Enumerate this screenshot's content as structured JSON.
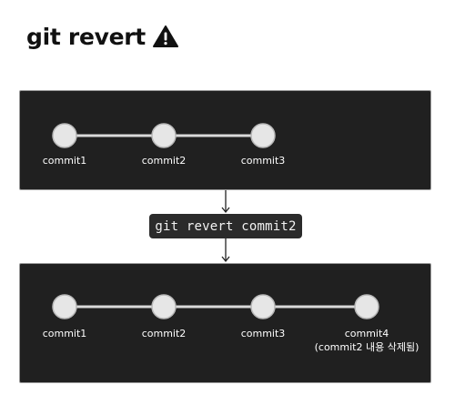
{
  "title": {
    "text": "git revert",
    "icon": "warning-icon"
  },
  "before": {
    "commits": [
      {
        "label": "commit1"
      },
      {
        "label": "commit2"
      },
      {
        "label": "commit3"
      }
    ]
  },
  "command": {
    "text": "git revert commit2"
  },
  "after": {
    "commits": [
      {
        "label": "commit1"
      },
      {
        "label": "commit2"
      },
      {
        "label": "commit3"
      },
      {
        "label": "commit4",
        "note": "(commit2 내용 삭제됨)"
      }
    ]
  },
  "colors": {
    "panel_bg": "#202020",
    "node_fill": "#e6e6e6",
    "node_stroke": "#b8b8b8",
    "edge": "#d9d9d9",
    "command_bg": "#2b2b2b"
  }
}
